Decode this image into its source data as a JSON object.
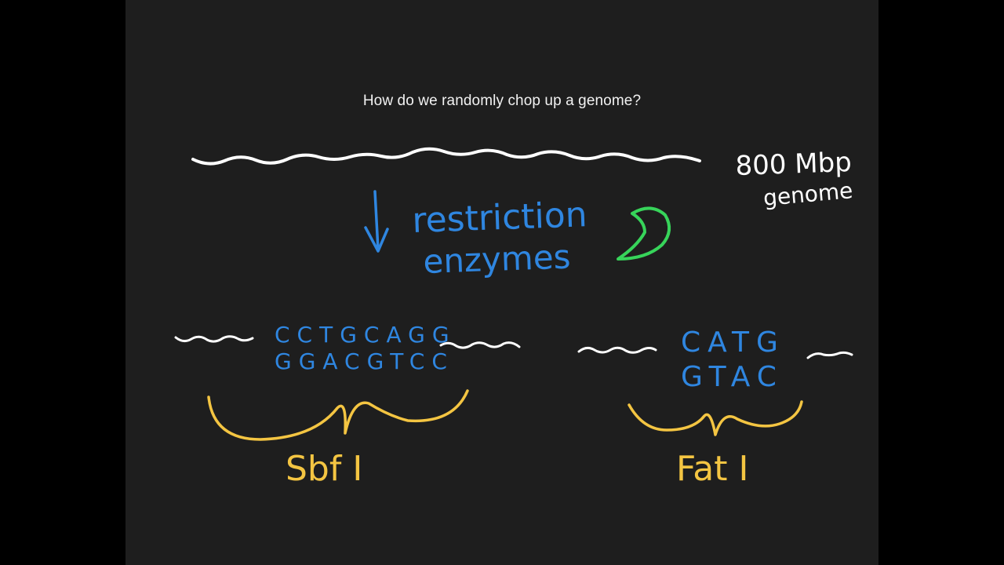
{
  "slide": {
    "title": "How do we randomly chop up a genome?"
  },
  "genome": {
    "label_line1": "800 Mbp",
    "label_line2": "genome"
  },
  "process": {
    "label_line1": "restriction",
    "label_line2": "enzymes"
  },
  "enzymes": [
    {
      "name": "Sbf I",
      "top_strand": "CCTGCAGG",
      "bottom_strand": "GGACGTCC"
    },
    {
      "name": "Fat I",
      "top_strand": "CATG",
      "bottom_strand": "GTAC"
    }
  ],
  "colors": {
    "background": "#1e1e1e",
    "dna": "#ffffff",
    "sequence": "#2f86e0",
    "bracket": "#f4c542",
    "enzyme_icon": "#37d45a"
  }
}
